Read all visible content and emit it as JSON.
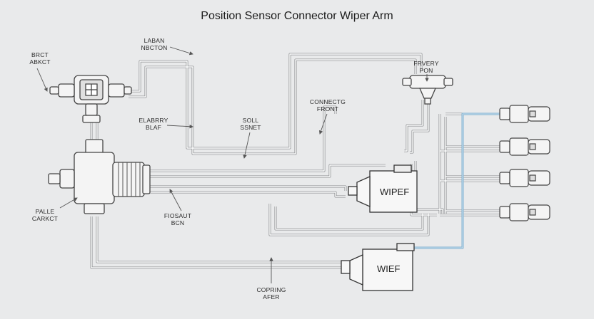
{
  "title": "Position Sensor Connector Wiper Arm",
  "labels": {
    "top_left_connector": [
      "BRCT",
      "ABKCT"
    ],
    "top_harness": [
      "LABAN",
      "NBCTON"
    ],
    "left_bracket": [
      "ELABRRY",
      "BLAF"
    ],
    "sensor_socket": [
      "SOLL",
      "SSNET"
    ],
    "connector_front": [
      "CONNECTG",
      "FRONT"
    ],
    "top_right_sensor": [
      "FRVERY",
      "PON"
    ],
    "left_bottom": [
      "PALLE",
      "CARKCT"
    ],
    "mid_bottom": [
      "FIOSAUT",
      "BCN"
    ],
    "bottom_center": [
      "COPRING",
      "AFER"
    ]
  },
  "boxes": {
    "upper_wiper": "WIPEF",
    "lower_wiper": "WIEF"
  },
  "colors": {
    "background": "#e9eaeb",
    "wire": "#8d8f92",
    "wire_light": "#ffffff",
    "accent_wire": "#7fb0d0"
  }
}
